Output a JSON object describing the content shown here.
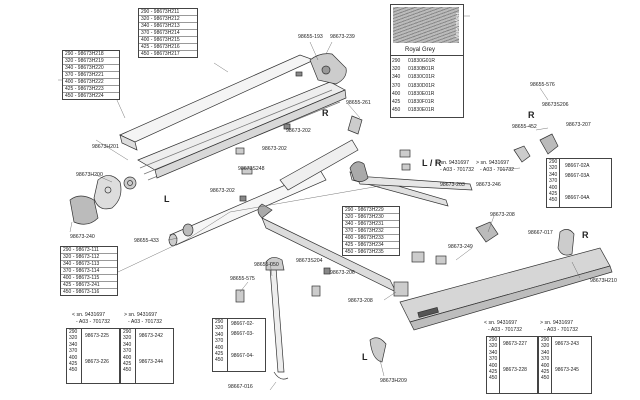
{
  "callouts": {
    "c98655_193": "98655-193",
    "c98673_239": "98673-239",
    "c98655_261": "98655-261",
    "c98673H200": "98673H200",
    "c98673H201": "98673H201",
    "c98673_202a": "98673-202",
    "c98673_202b": "98673-202",
    "c98673_202c": "98673-202",
    "c98673S248": "98673S248",
    "c98673_240": "98673-240",
    "c98655_433": "98655-433",
    "c98655_576": "98655-576",
    "c98673S206": "98673S206",
    "c98655_452": "98655-452",
    "c98673_207": "98673-207",
    "c98673_203": "98673-203",
    "c98673_246": "98673-246",
    "c98673_208a": "98673-208",
    "c98673_208b": "98673-208",
    "c98667_017": "98667-017",
    "c98673_249": "98673-249",
    "c98673H210": "98673H210",
    "c98655_050": "98655-050",
    "c98673S204": "98673S204",
    "c98673_206": "98673-206",
    "c98655_575": "98655-575",
    "c98673H209": "98673H209",
    "c98667_016": "98667-016"
  },
  "letters": {
    "r1": "R",
    "l1": "L",
    "lr": "L / R",
    "r2": "R",
    "r3": "R",
    "l2": "L"
  },
  "top_list": [
    "290 - 98673H211",
    "320 - 98673H212",
    "340 - 98673H213",
    "370 - 98673H214",
    "400 - 98673H215",
    "425 - 98673H216",
    "450 - 98673H217"
  ],
  "left_list": [
    "290 - 98673H218",
    "320 - 98673H219",
    "340 - 98673H220",
    "370 - 98673H221",
    "400 - 98673H222",
    "425 - 98673H223",
    "450 - 98673H224"
  ],
  "left_list2": [
    "290 - 98673-111",
    "320 - 98673-112",
    "340 - 98673-113",
    "370 - 98673-114",
    "400 - 98673-115",
    "425 - 98673-241",
    "450 - 98673-116"
  ],
  "mid_list": [
    "290 - 98673H229",
    "320 - 98673H230",
    "340 - 98673H231",
    "370 - 98673H232",
    "400 - 98673H233",
    "425 - 98673H234",
    "450 - 98673H235"
  ],
  "color_table": {
    "swatch_label": "Royal Grey",
    "header": "Royal Grey",
    "rows": [
      {
        "size": "290",
        "code": "01830G01R"
      },
      {
        "size": "320",
        "code": "01830B01R"
      },
      {
        "size": "340",
        "code": "01830C01R"
      },
      {
        "size": "370",
        "code": "01830D01R"
      },
      {
        "size": "400",
        "code": "01830E01R"
      },
      {
        "size": "425",
        "code": "01830F01R"
      },
      {
        "size": "450",
        "code": "01830E01R"
      }
    ]
  },
  "serial_notes": {
    "a_lt": "< sn. 9431697",
    "a_lt2": "- A03 - 701732",
    "a_gt": "> sn. 9431697",
    "a_gt2": "- A03 - 701732",
    "b_lt": "< sn. 9431697",
    "b_lt2": "- A03 - 701732",
    "b_gt": "> sn. 9431697",
    "b_gt2": "- A03 - 701732",
    "c_lt": "< sn. 9431697",
    "c_lt2": "- A03 - 701732",
    "c_gt": "> sn. 9431697",
    "c_gt2": "- A03 - 701732"
  },
  "right_grid": {
    "sizes": [
      "290",
      "320",
      "340",
      "370",
      "400",
      "425",
      "450"
    ],
    "codes": [
      "98667-02A",
      "98667-03A",
      "98667-04A"
    ]
  },
  "bottom_mid_grid": {
    "sizes": [
      "290",
      "320",
      "340",
      "370",
      "400",
      "425",
      "450"
    ],
    "codes": [
      "98667-02-",
      "98667-03-",
      "98667-04-"
    ]
  },
  "bl_grid_a": {
    "sizes": [
      "290",
      "320",
      "340",
      "370",
      "400",
      "425",
      "450"
    ],
    "codes": [
      "98673-225",
      "98673-226"
    ]
  },
  "bl_grid_b": {
    "sizes": [
      "290",
      "320",
      "340",
      "370",
      "400",
      "425",
      "450"
    ],
    "codes": [
      "98673-242",
      "98673-244"
    ]
  },
  "br_grid_a": {
    "sizes": [
      "290",
      "320",
      "340",
      "370",
      "400",
      "425",
      "450"
    ],
    "codes": [
      "98673-227",
      "98673-228"
    ]
  },
  "br_grid_b": {
    "sizes": [
      "290",
      "320",
      "340",
      "370",
      "400",
      "425",
      "450"
    ],
    "codes": [
      "98673-243",
      "98673-245"
    ]
  }
}
